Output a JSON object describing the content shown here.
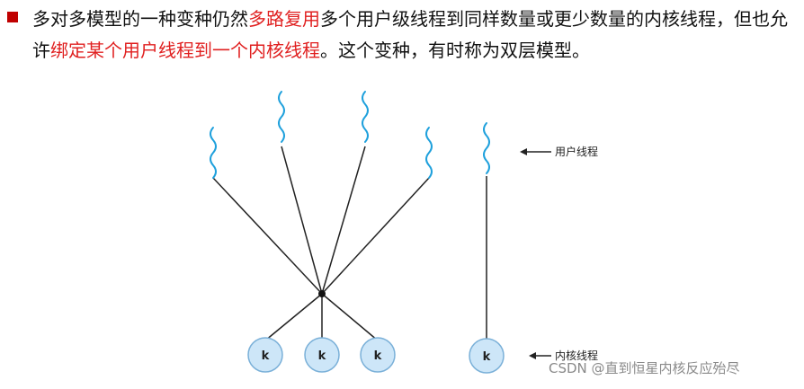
{
  "text": {
    "p1": "多对多模型的一种变种仍然",
    "h1": "多路复用",
    "p2": "多个用户级线程到同样数量或更少数量的内核线程，但也允许",
    "h2": "绑定某个用户线程到一个内核线程",
    "p3": "。这个变种，有时称为双层模型。"
  },
  "diagram": {
    "user_thread_label": "用户线程",
    "kernel_thread_label": "内核线程",
    "kernel_node_label": "k"
  },
  "watermark": "CSDN @直到恒星内核反应殆尽",
  "colors": {
    "thread": "#1ea0dc",
    "node_fill": "#cde6f8",
    "node_stroke": "#7ab0d8",
    "highlight": "#e02020"
  }
}
